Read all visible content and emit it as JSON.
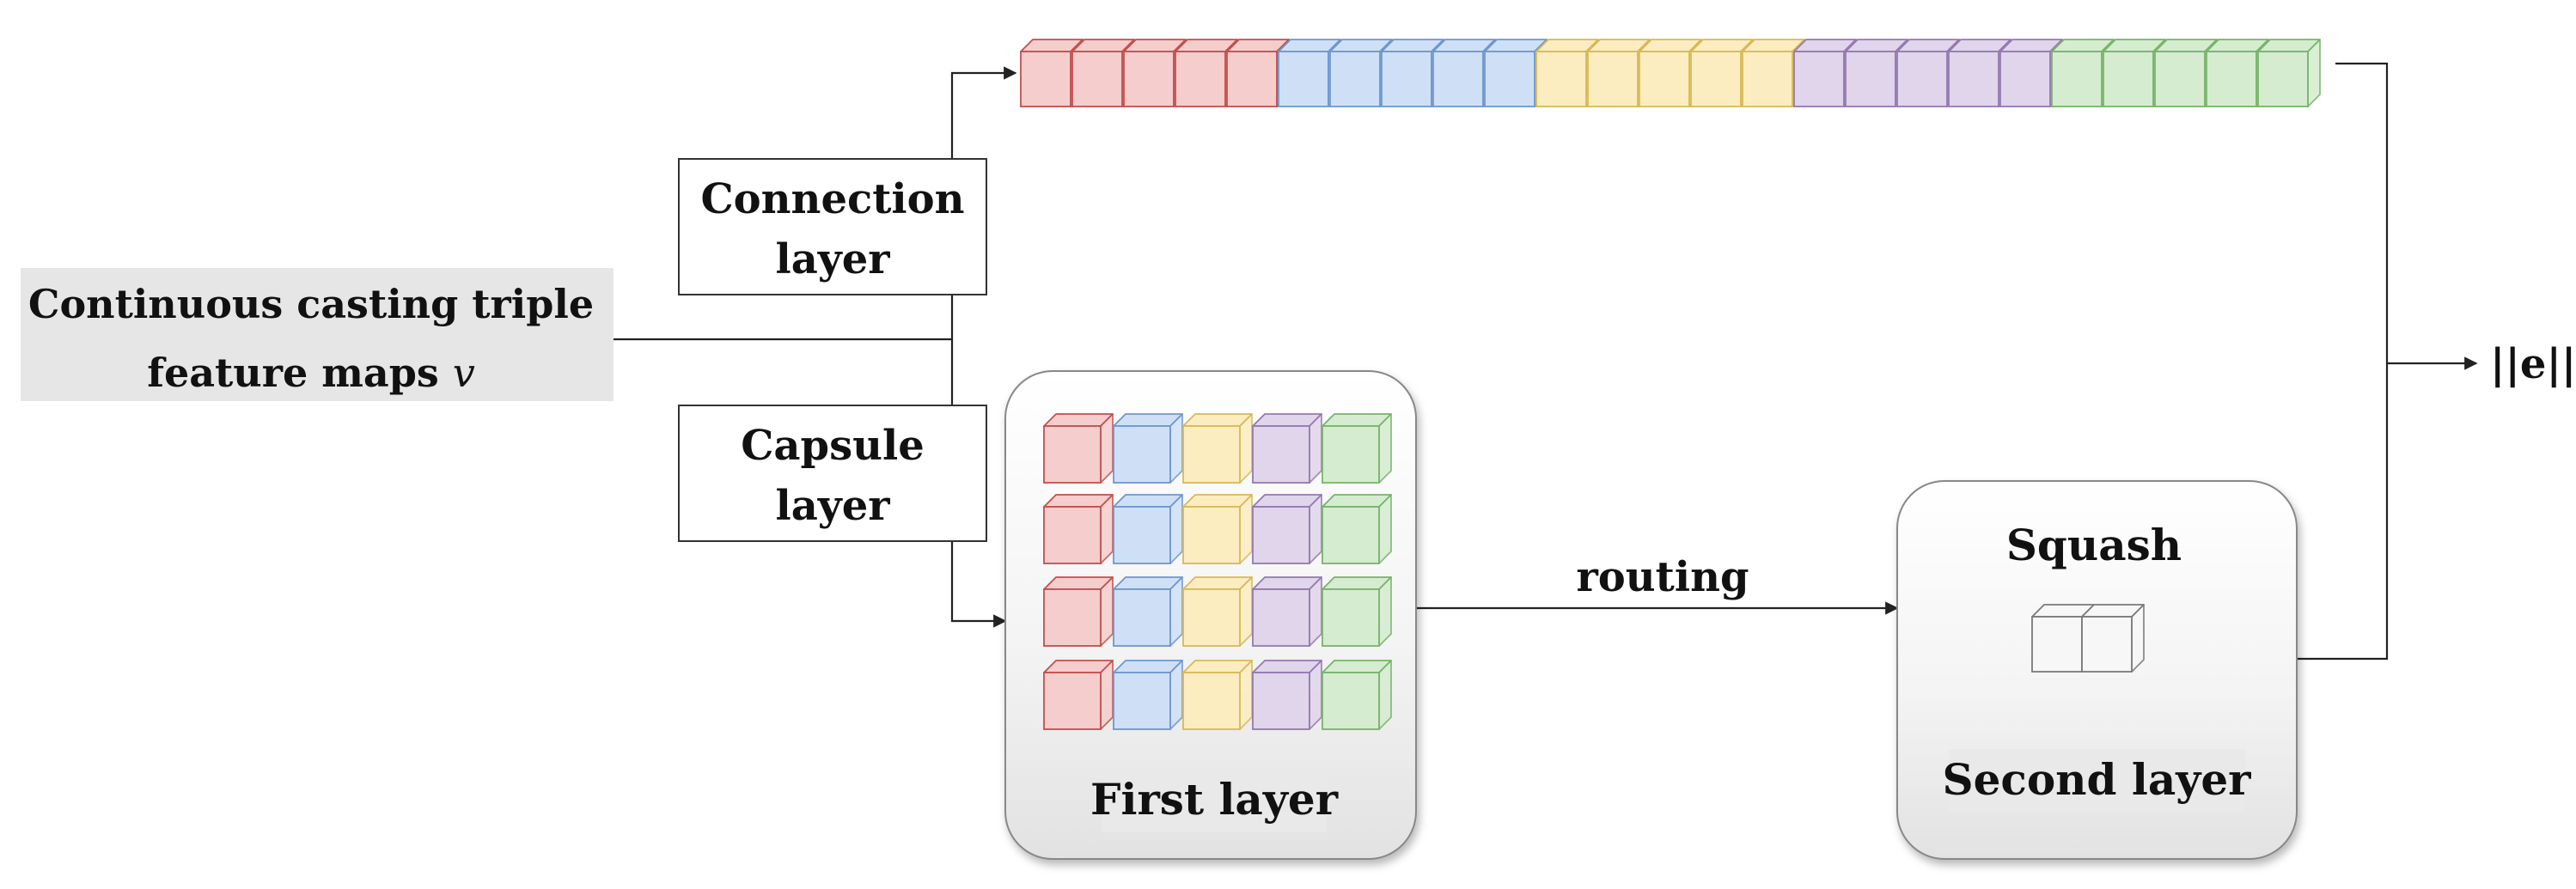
{
  "input": {
    "line1": "Continuous casting triple",
    "line2_text": "feature maps ",
    "line2_var": "v"
  },
  "connection_layer": {
    "line1": "Connection",
    "line2": "layer"
  },
  "capsule_layer": {
    "line1": "Capsule",
    "line2": "layer"
  },
  "first_layer": {
    "label": "First layer"
  },
  "routing": {
    "label": "routing"
  },
  "second_layer": {
    "title": "Squash",
    "label": "Second layer"
  },
  "output": {
    "label": "||e||"
  },
  "colors": {
    "red": {
      "fill": "#f6cdcd",
      "stroke": "#c0504d"
    },
    "blue": {
      "fill": "#cfe0f6",
      "stroke": "#6f96cf"
    },
    "yellow": {
      "fill": "#fcedc0",
      "stroke": "#d8b857"
    },
    "purple": {
      "fill": "#e0d5ea",
      "stroke": "#9479b0"
    },
    "green": {
      "fill": "#d5ecd0",
      "stroke": "#76b46a"
    },
    "gray": {
      "fill": "#f7f7f7",
      "stroke": "#7a7a7a"
    },
    "input_bg": "#e6e6e6"
  }
}
